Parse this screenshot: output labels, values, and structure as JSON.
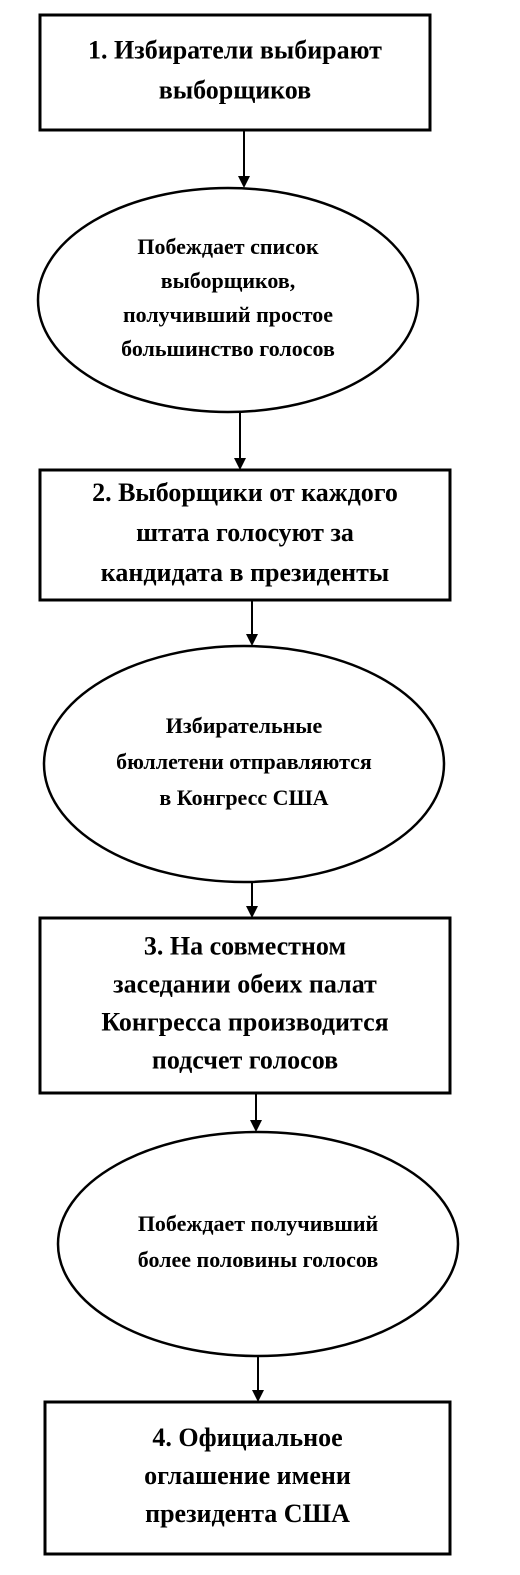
{
  "diagram": {
    "nodes": [
      {
        "id": "step-1",
        "kind": "box",
        "lines": [
          "1. Избиратели выбирают",
          "выборщиков"
        ]
      },
      {
        "id": "outcome-1",
        "kind": "ellipse",
        "lines": [
          "Побеждает список",
          "выборщиков,",
          "получивший простое",
          "большинство голосов"
        ]
      },
      {
        "id": "step-2",
        "kind": "box",
        "lines": [
          "2. Выборщики от каждого",
          "штата голосуют за",
          "кандидата в президенты"
        ]
      },
      {
        "id": "outcome-2",
        "kind": "ellipse",
        "lines": [
          "Избирательные",
          "бюллетени отправляются",
          "в Конгресс США"
        ]
      },
      {
        "id": "step-3",
        "kind": "box",
        "lines": [
          "3. На совместном",
          "заседании обеих палат",
          "Конгресса производится",
          "подсчет голосов"
        ]
      },
      {
        "id": "outcome-3",
        "kind": "ellipse",
        "lines": [
          "Побеждает получивший",
          "более половины голосов"
        ]
      },
      {
        "id": "step-4",
        "kind": "box",
        "lines": [
          "4. Официальное",
          "оглашение имени",
          "президента США"
        ]
      }
    ],
    "edges": [
      {
        "from": "step-1",
        "to": "outcome-1"
      },
      {
        "from": "outcome-1",
        "to": "step-2"
      },
      {
        "from": "step-2",
        "to": "outcome-2"
      },
      {
        "from": "outcome-2",
        "to": "step-3"
      },
      {
        "from": "step-3",
        "to": "outcome-3"
      },
      {
        "from": "outcome-3",
        "to": "step-4"
      }
    ]
  }
}
